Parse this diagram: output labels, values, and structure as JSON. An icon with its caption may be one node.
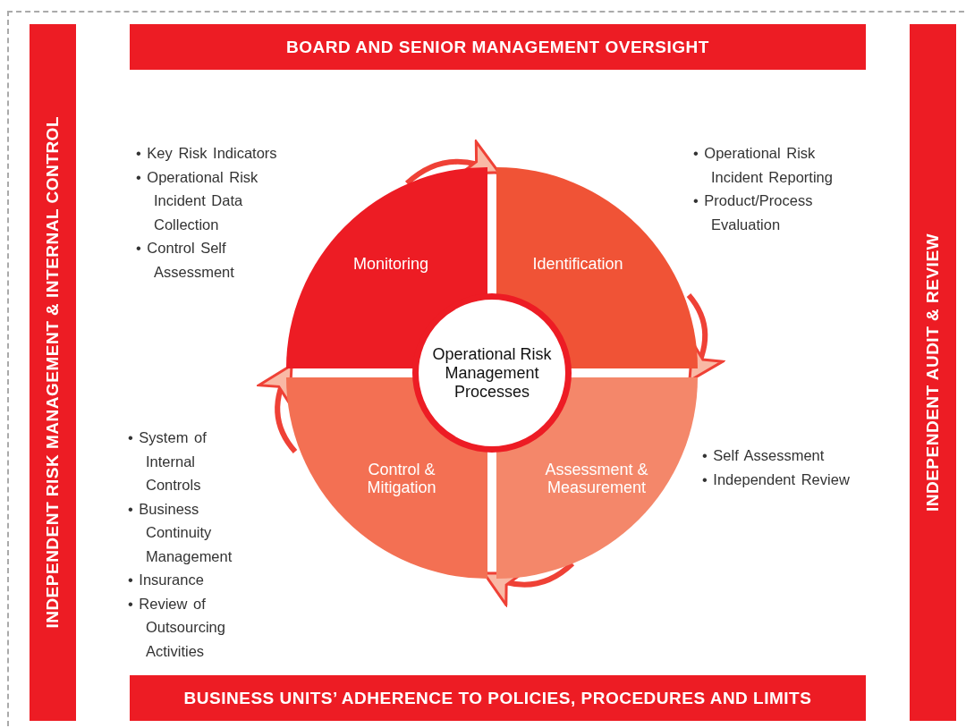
{
  "diagram": {
    "nodes": [
      {
        "text": [
          "BOARD AND SENIOR MANAGEMENT OVERSIGHT"
        ]
      },
      {
        "text": [
          "INDEPENDENT RISK MANAGEMENT & INTERNAL CONTROL"
        ]
      },
      {
        "text": [
          "INDEPENDENT AUDIT & REVIEW"
        ]
      },
      {
        "text": [
          "BUSINESS UNITS’ ADHERENCE TO POLICIES, PROCEDURES AND LIMITS"
        ]
      },
      {
        "text": [
          "Monitoring"
        ],
        "beside": [
          "• Key Risk Indicators",
          "• Operational Risk Incident Data Collection",
          "• Control Self Assessment"
        ]
      },
      {
        "text": [
          "Identification"
        ],
        "beside": [
          "• Operational Risk Incident Reporting",
          "• Product/Process Evaluation"
        ]
      },
      {
        "text": [
          "Assessment & Measurement"
        ],
        "beside": [
          "• Self Assessment",
          "• Independent Review"
        ]
      },
      {
        "text": [
          "Control & Mitigation"
        ],
        "beside": [
          "• System of Internal Controls",
          "• Business Continuity Management",
          "• Insurance",
          "• Review of Outsourcing Activities"
        ]
      },
      {
        "text": [
          "Operational Risk Management Processes"
        ]
      }
    ],
    "edges": [
      {
        "from": 4,
        "to": 5,
        "arrow": "to"
      },
      {
        "from": 5,
        "to": 6,
        "arrow": "to"
      },
      {
        "from": 6,
        "to": 7,
        "arrow": "to"
      },
      {
        "from": 7,
        "to": 4,
        "arrow": "to"
      }
    ]
  }
}
